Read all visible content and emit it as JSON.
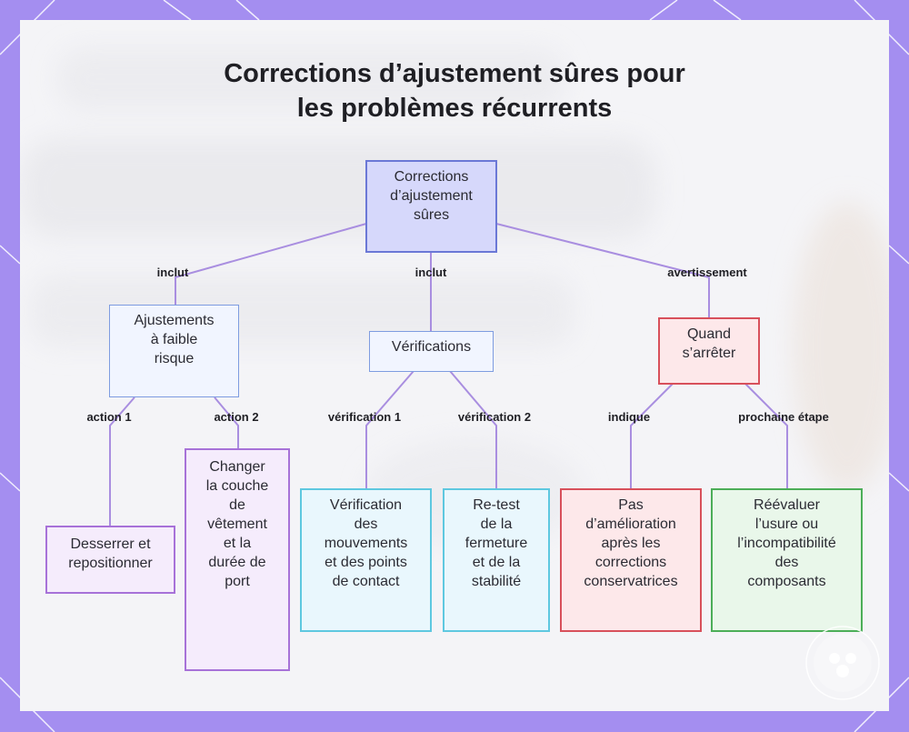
{
  "title": {
    "line1": "Corrections d’ajustement sûres pour",
    "line2": "les problèmes récurrents"
  },
  "nodes": {
    "root": "Corrections\nd’ajustement\nsûres",
    "low_risk": "Ajustements\nà faible\nrisque",
    "checks": "Vérifications",
    "stop": "Quand\ns’arrêter",
    "loosen": "Desserrer et\nrepositionner",
    "change_layer": "Changer\nla couche\nde\nvêtement\net la\ndurée de\nport",
    "movement_check": "Vérification\ndes\nmouvements\net des points\nde contact",
    "retest": "Re-test\nde la\nfermeture\net de la\nstabilité",
    "no_improvement": "Pas\nd’amélioration\naprès les\ncorrections\nconservatrices",
    "reassess": "Réévaluer\nl’usure ou\nl’incompatibilité\ndes\ncomposants"
  },
  "edge_labels": {
    "includes_1": "inclut",
    "includes_2": "inclut",
    "warning": "avertissement",
    "action_1": "action 1",
    "action_2": "action 2",
    "check_1": "vérification 1",
    "check_2": "vérification 2",
    "indicates": "indique",
    "next_step": "prochaine étape"
  },
  "colors": {
    "frame": "#a48ef0",
    "edge": "#a98ee0",
    "root_fill": "#d6d8fb",
    "root_border": "#6b78d6",
    "blue_border": "#7e9ce0",
    "purple_border": "#a772d8",
    "cyan_border": "#5ec8e0",
    "red_border": "#d8505b",
    "green_border": "#4cae58"
  },
  "icons": {
    "logo": "circular-watermark-logo-icon"
  }
}
